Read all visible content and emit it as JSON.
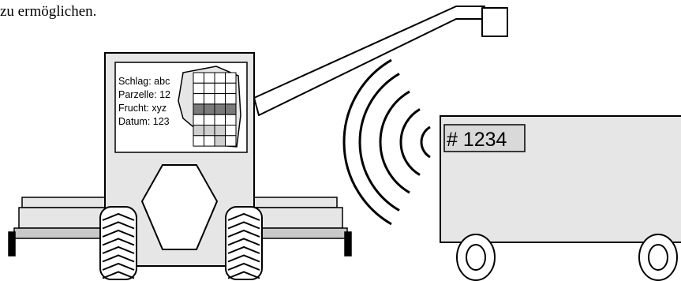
{
  "caption": "zu ermöglichen.",
  "display": {
    "lines": [
      "Schlag: abc",
      "Parzelle: 12",
      "Frucht: xyz",
      "Datum: 123"
    ],
    "field_map": {
      "rows": 7,
      "cols": 4,
      "highlighted_row": 3,
      "filled_cells": [
        [
          5,
          0
        ],
        [
          5,
          1
        ],
        [
          5,
          2
        ],
        [
          6,
          2
        ]
      ]
    }
  },
  "trailer": {
    "id_label": "# 1234"
  },
  "colors": {
    "cab_fill": "#e6e6e6",
    "header_fill": "#c8c8c8",
    "highlight_fill": "#7a7a7a",
    "cell_fill": "#d0d0d0",
    "label_fill": "#d9d9d9",
    "outline": "#000000"
  },
  "icons": [
    "combine-harvester",
    "grain-auger",
    "radio-waves",
    "trailer",
    "wheel"
  ]
}
